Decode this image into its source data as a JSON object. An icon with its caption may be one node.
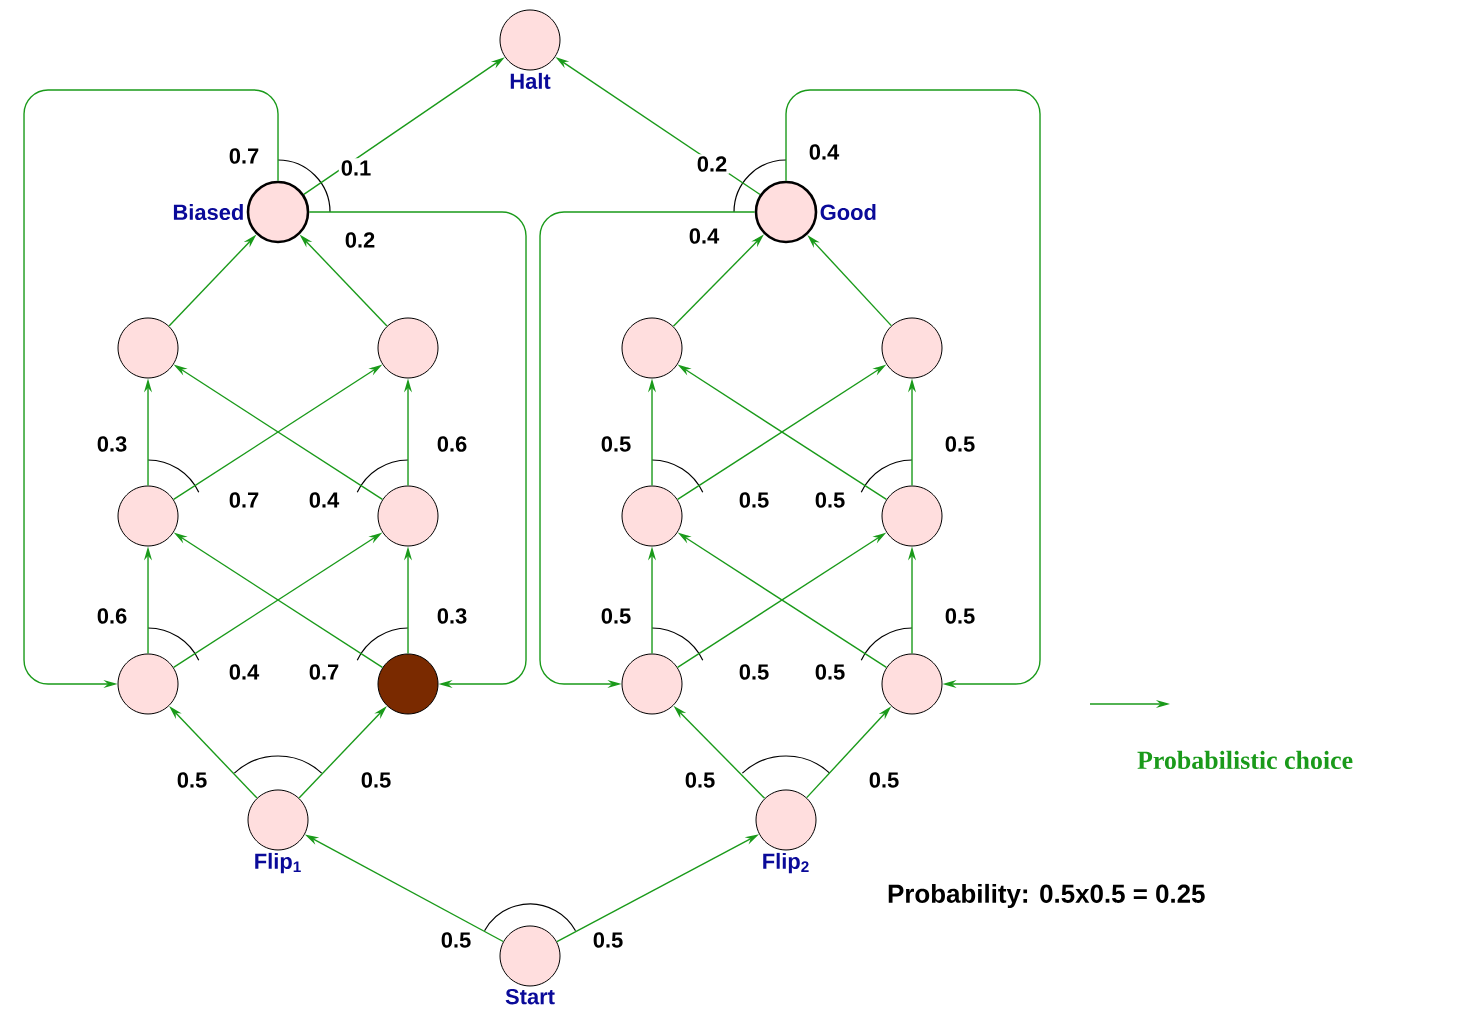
{
  "diagram": {
    "nodes": [
      {
        "text": [
          "Halt"
        ]
      },
      {
        "text": [
          "Biased"
        ]
      },
      {
        "text": [
          "Good"
        ]
      },
      {
        "text": [],
        "shape": "circle"
      },
      {
        "text": [],
        "shape": "circle"
      },
      {
        "text": [],
        "shape": "circle"
      },
      {
        "text": [],
        "shape": "circle"
      },
      {
        "text": [],
        "shape": "circle"
      },
      {
        "text": [],
        "shape": "circle"
      },
      {
        "text": [],
        "shape": "circle"
      },
      {
        "text": [],
        "shape": "circle"
      },
      {
        "text": [],
        "shape": "circle"
      },
      {
        "text": [],
        "shape": "circle"
      },
      {
        "text": [],
        "shape": "circle"
      },
      {
        "text": [],
        "shape": "circle"
      },
      {
        "text": [
          "Flip$_{1}$"
        ]
      },
      {
        "text": [
          "Flip$_{2}$"
        ]
      },
      {
        "text": [
          "Start"
        ]
      }
    ],
    "edges": [
      {
        "from": 17,
        "to": 15,
        "arrow": "to",
        "label": "0.5"
      },
      {
        "from": 17,
        "to": 16,
        "arrow": "to",
        "label": "0.5"
      },
      {
        "from": 15,
        "to": 7,
        "arrow": "to",
        "label": "0.5"
      },
      {
        "from": 15,
        "to": 8,
        "arrow": "to",
        "label": "0.5"
      },
      {
        "from": 16,
        "to": 13,
        "arrow": "to",
        "label": "0.5"
      },
      {
        "from": 16,
        "to": 14,
        "arrow": "to",
        "label": "0.5"
      },
      {
        "from": 7,
        "to": 5,
        "arrow": "to",
        "label": "0.6"
      },
      {
        "from": 7,
        "to": 6,
        "arrow": "to",
        "label": "0.4"
      },
      {
        "from": 8,
        "to": 5,
        "arrow": "to",
        "label": "0.7"
      },
      {
        "from": 8,
        "to": 6,
        "arrow": "to",
        "label": "0.3"
      },
      {
        "from": 5,
        "to": 3,
        "arrow": "to",
        "label": "0.3"
      },
      {
        "from": 5,
        "to": 4,
        "arrow": "to",
        "label": "0.7"
      },
      {
        "from": 6,
        "to": 3,
        "arrow": "to",
        "label": "0.4"
      },
      {
        "from": 6,
        "to": 4,
        "arrow": "to",
        "label": "0.6"
      },
      {
        "from": 3,
        "to": 1,
        "arrow": "to"
      },
      {
        "from": 4,
        "to": 1,
        "arrow": "to"
      },
      {
        "from": 13,
        "to": 11,
        "arrow": "to",
        "label": "0.5"
      },
      {
        "from": 13,
        "to": 12,
        "arrow": "to",
        "label": "0.5"
      },
      {
        "from": 14,
        "to": 11,
        "arrow": "to",
        "label": "0.5"
      },
      {
        "from": 14,
        "to": 12,
        "arrow": "to",
        "label": "0.5"
      },
      {
        "from": 11,
        "to": 9,
        "arrow": "to",
        "label": "0.5"
      },
      {
        "from": 11,
        "to": 10,
        "arrow": "to",
        "label": "0.5"
      },
      {
        "from": 12,
        "to": 9,
        "arrow": "to",
        "label": "0.5"
      },
      {
        "from": 12,
        "to": 10,
        "arrow": "to",
        "label": "0.5"
      },
      {
        "from": 9,
        "to": 2,
        "arrow": "to"
      },
      {
        "from": 10,
        "to": 2,
        "arrow": "to"
      },
      {
        "from": 1,
        "to": 0,
        "arrow": "to",
        "label": "0.1"
      },
      {
        "from": 1,
        "to": 7,
        "arrow": "to",
        "label": "0.7"
      },
      {
        "from": 1,
        "to": 8,
        "arrow": "to",
        "label": "0.2"
      },
      {
        "from": 2,
        "to": 0,
        "arrow": "to",
        "label": "0.2"
      },
      {
        "from": 2,
        "to": 14,
        "arrow": "to",
        "label": "0.4"
      },
      {
        "from": 2,
        "to": 13,
        "arrow": "to",
        "label": "0.4"
      }
    ],
    "labels": [
      "Probability: 0.5x0.5 = 0.25"
    ],
    "legend": [
      {
        "text": "Probabilistic choice"
      }
    ]
  }
}
